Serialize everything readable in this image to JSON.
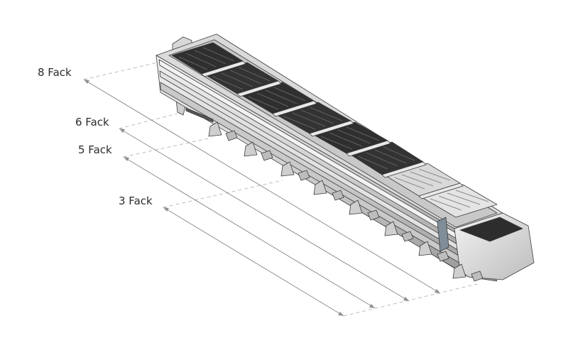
{
  "dimensions": [
    {
      "label": "8 Fack"
    },
    {
      "label": "6 Fack"
    },
    {
      "label": "5 Fack"
    },
    {
      "label": "3 Fack"
    }
  ],
  "colors": {
    "frame_light": "#e6e6e6",
    "frame_mid": "#c4c4c4",
    "frame_dark": "#8a8a8a",
    "outline": "#3a3a3a",
    "tray_dark": "#3b3b3b",
    "tray_black": "#262626",
    "dim_line": "#8f8f8f"
  }
}
